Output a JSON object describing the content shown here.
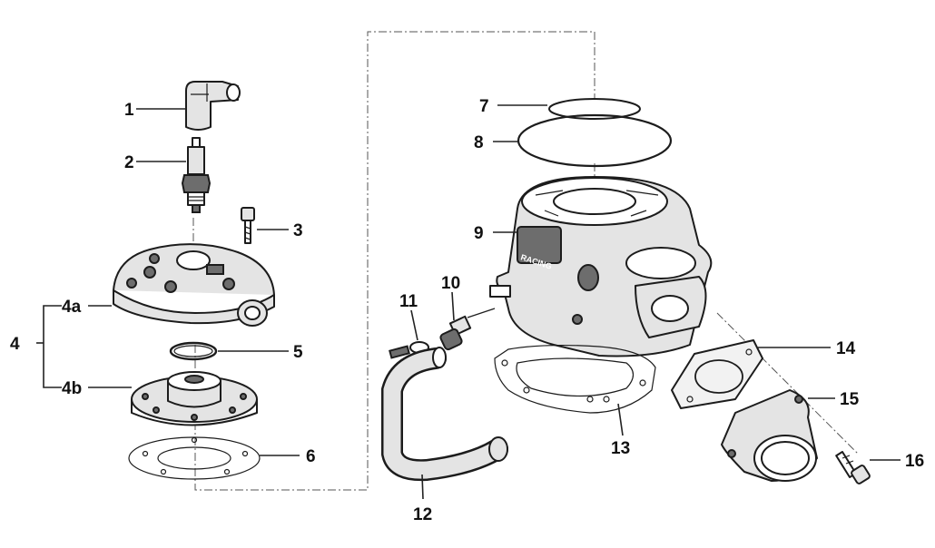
{
  "callouts": [
    {
      "id": "1",
      "label": "1"
    },
    {
      "id": "2",
      "label": "2"
    },
    {
      "id": "3",
      "label": "3"
    },
    {
      "id": "4",
      "label": "4"
    },
    {
      "id": "4a",
      "label": "4a"
    },
    {
      "id": "4b",
      "label": "4b"
    },
    {
      "id": "5",
      "label": "5"
    },
    {
      "id": "6",
      "label": "6"
    },
    {
      "id": "7",
      "label": "7"
    },
    {
      "id": "8",
      "label": "8"
    },
    {
      "id": "9",
      "label": "9"
    },
    {
      "id": "10",
      "label": "10"
    },
    {
      "id": "11",
      "label": "11"
    },
    {
      "id": "12",
      "label": "12"
    },
    {
      "id": "13",
      "label": "13"
    },
    {
      "id": "14",
      "label": "14"
    },
    {
      "id": "15",
      "label": "15"
    },
    {
      "id": "16",
      "label": "16"
    }
  ],
  "cylinder_logo": "RACING"
}
